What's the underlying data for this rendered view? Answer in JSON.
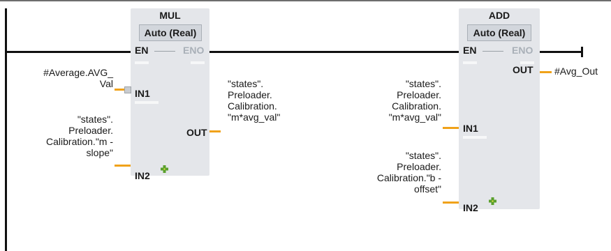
{
  "blocks": [
    {
      "title": "MUL",
      "type": "Auto (Real)",
      "en": "EN",
      "eno": "ENO",
      "in1": "IN1",
      "in2": "IN2",
      "out": "OUT"
    },
    {
      "title": "ADD",
      "type": "Auto (Real)",
      "en": "EN",
      "eno": "ENO",
      "in1": "IN1",
      "in2": "IN2",
      "out": "OUT"
    }
  ],
  "mul_operands": {
    "in1": "#Average.AVG_\nVal",
    "in2": "\"states\".\nPreloader.\nCalibration.\"m -\nslope\"",
    "out": "\"states\".\nPreloader.\nCalibration.\n\"m*avg_val\""
  },
  "add_operands": {
    "in1": "\"states\".\nPreloader.\nCalibration.\n\"m*avg_val\"",
    "in2": "\"states\".\nPreloader.\nCalibration.\"b -\noffset\"",
    "out": "#Avg_Out"
  },
  "colors": {
    "wire": "#111111",
    "operand_wire": "#f0a21a",
    "block": "#e4e6ea",
    "add_icon": "#5aa02c"
  },
  "icons": [
    "power-rail",
    "add-pin-icon",
    "add-pin-icon"
  ]
}
